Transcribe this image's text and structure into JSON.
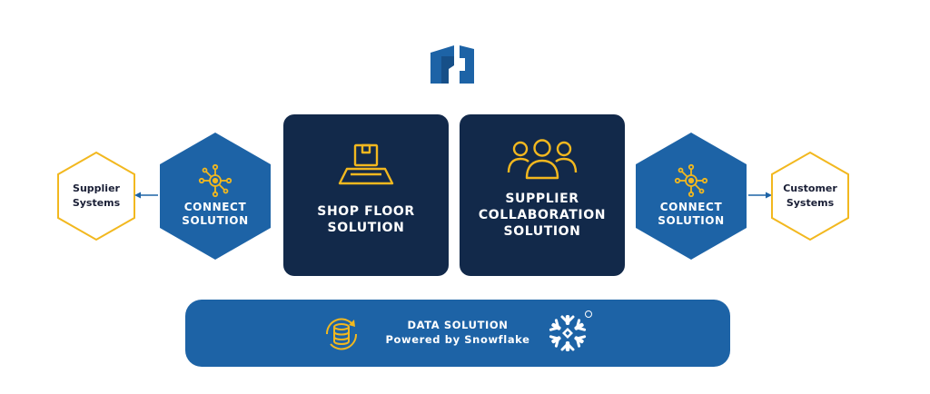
{
  "logo": {
    "name": "brand-logo",
    "color": "#1d63a6"
  },
  "left_external": {
    "line1": "Supplier",
    "line2": "Systems"
  },
  "right_external": {
    "line1": "Customer",
    "line2": "Systems"
  },
  "left_connect": {
    "line1": "CONNECT",
    "line2": "SOLUTION",
    "icon": "network-hub-icon"
  },
  "right_connect": {
    "line1": "CONNECT",
    "line2": "SOLUTION",
    "icon": "network-hub-icon"
  },
  "shop_floor": {
    "line1": "SHOP FLOOR",
    "line2": "SOLUTION",
    "icon": "conveyor-box-icon"
  },
  "supplier_collab": {
    "line1": "SUPPLIER",
    "line2": "COLLABORATION",
    "line3": "SOLUTION",
    "icon": "people-group-icon"
  },
  "data_solution": {
    "line1": "DATA SOLUTION",
    "line2": "Powered by Snowflake",
    "icon": "database-sync-icon",
    "partner_logo": "snowflake-logo"
  },
  "colors": {
    "primary_blue": "#1d63a6",
    "dark_navy": "#12294a",
    "accent_gold": "#f2b81f",
    "text_dark": "#1a1f36"
  }
}
